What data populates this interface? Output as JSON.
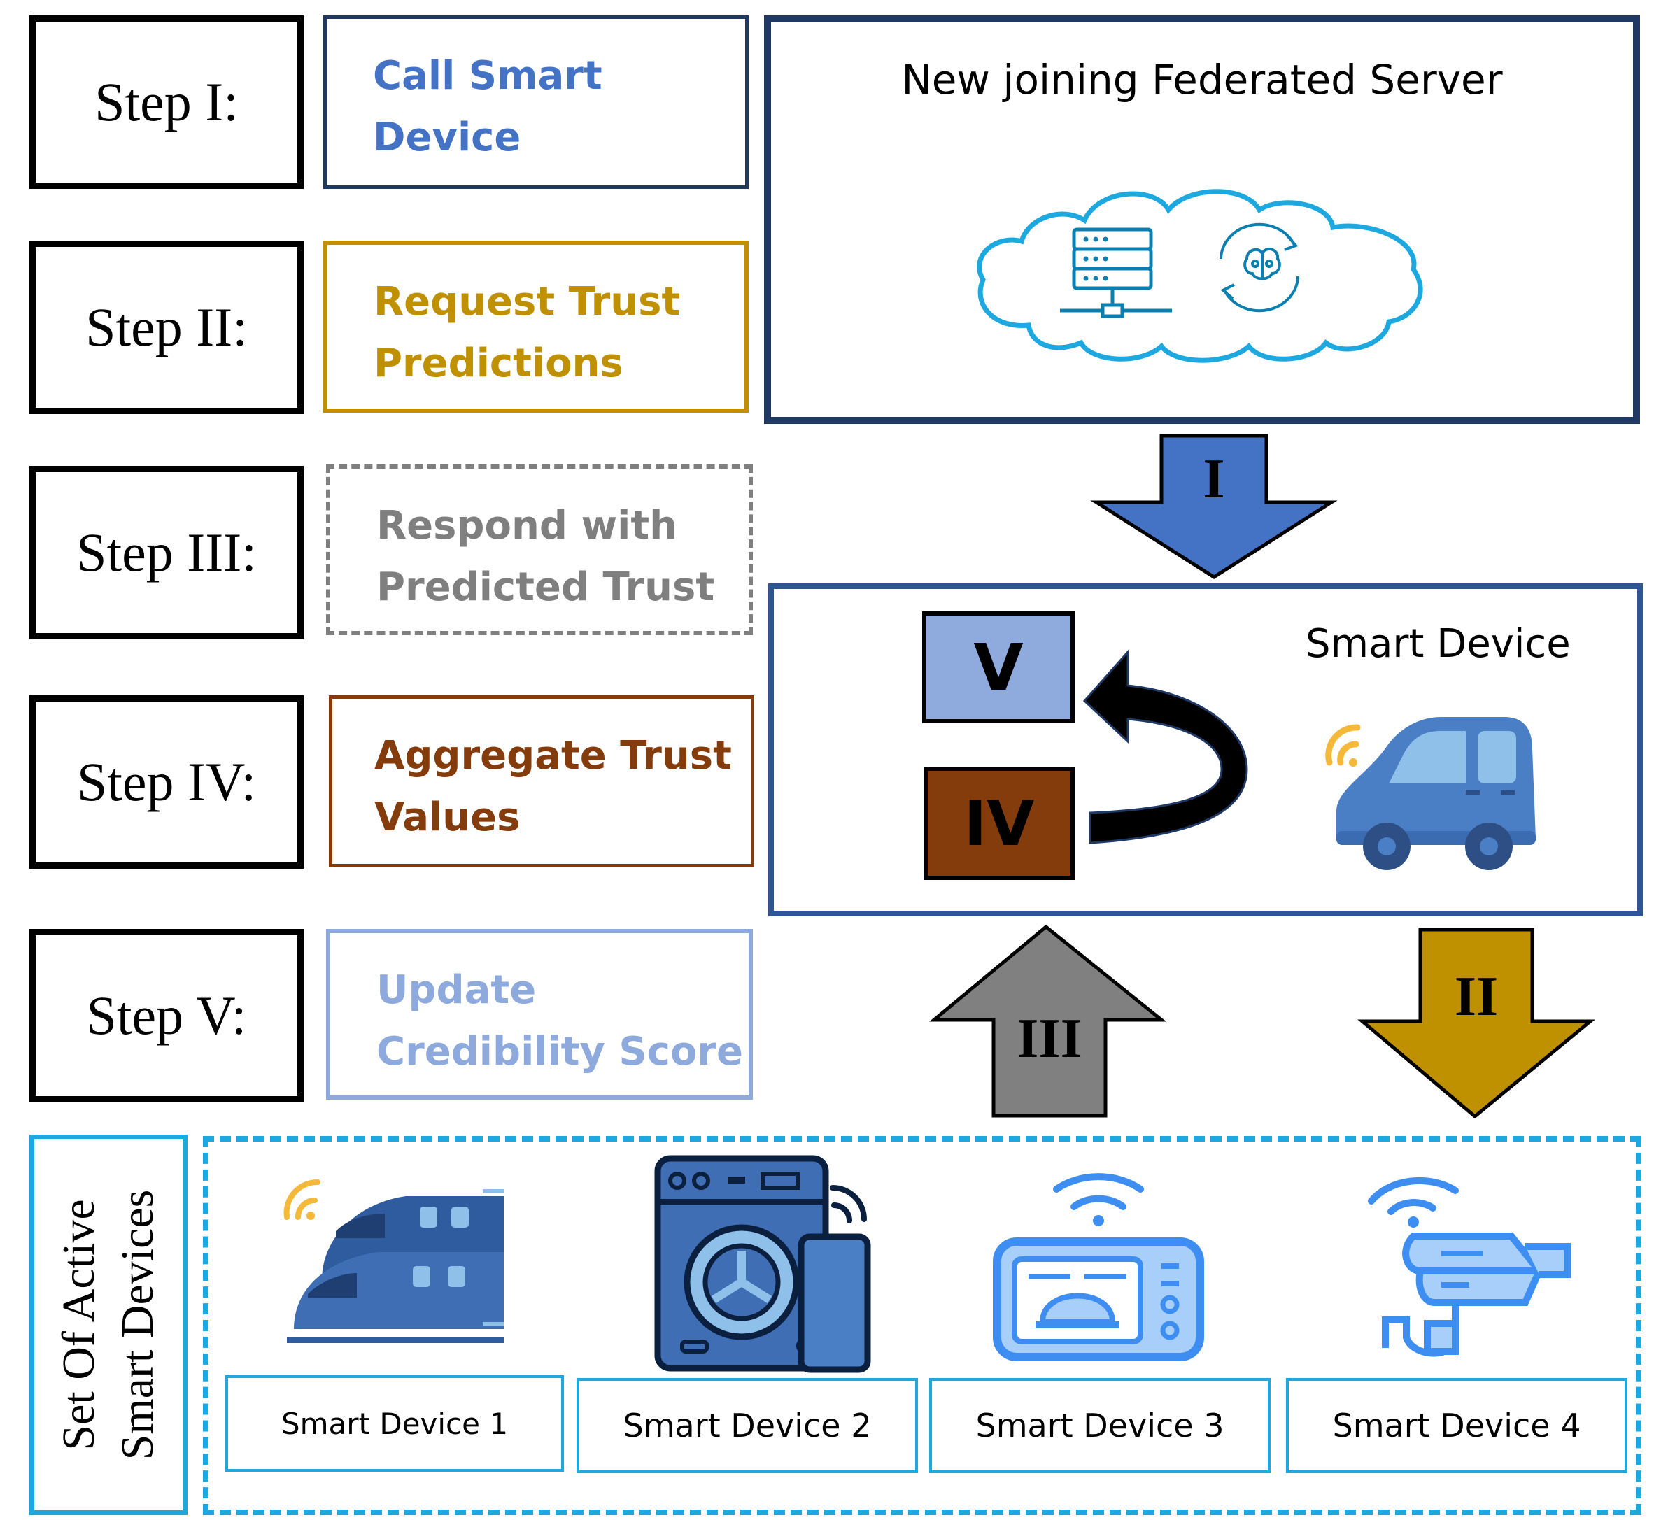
{
  "steps": [
    {
      "label": "Step I:",
      "desc_line1": "Call Smart",
      "desc_line2": "Device",
      "color": "#4472C4"
    },
    {
      "label": "Step II:",
      "desc_line1": "Request Trust",
      "desc_line2": "Predictions",
      "color": "#BF9000"
    },
    {
      "label": "Step III:",
      "desc_line1": "Respond with",
      "desc_line2": "Predicted Trust",
      "color": "#7F7F7F"
    },
    {
      "label": "Step IV:",
      "desc_line1": "Aggregate Trust",
      "desc_line2": "Values",
      "color": "#843C0C"
    },
    {
      "label": "Step V:",
      "desc_line1": "Update",
      "desc_line2": "Credibility Score",
      "color": "#8EA9DB"
    }
  ],
  "server": {
    "title": "New joining Federated Server",
    "border_color": "#1F3864"
  },
  "smart_device": {
    "title": "Smart Device",
    "border_color": "#2F5597"
  },
  "arrows": {
    "step1": "I",
    "step2": "II",
    "step3": "III"
  },
  "boxes": {
    "v_label": "V",
    "iv_label": "IV",
    "v_color": "#8FAADC",
    "iv_color": "#843C0C"
  },
  "active_set": {
    "title_line1": "Set Of Active",
    "title_line2": "Smart Devices",
    "border_color": "#1EA8E0",
    "devices": [
      {
        "label": "Smart Device 1",
        "icon": "train-icon"
      },
      {
        "label": "Smart Device 2",
        "icon": "washing-machine-icon"
      },
      {
        "label": "Smart Device 3",
        "icon": "microwave-icon"
      },
      {
        "label": "Smart Device 4",
        "icon": "security-camera-icon"
      }
    ]
  }
}
